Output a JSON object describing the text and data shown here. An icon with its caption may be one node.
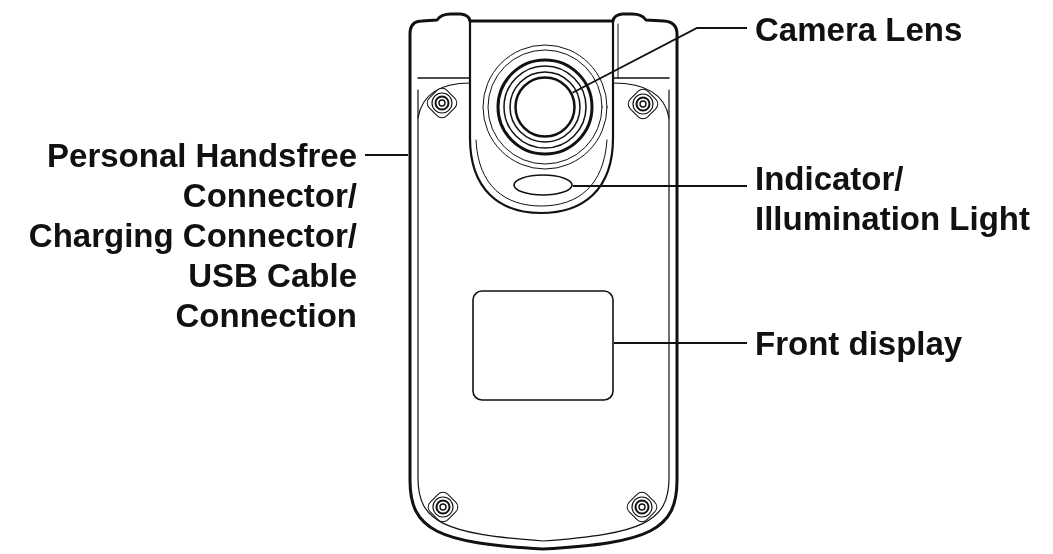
{
  "diagram": {
    "nodes": [
      {
        "text": [
          "Camera Lens"
        ]
      },
      {
        "text": [
          "Personal Handsfree Connector/ Charging Connector/ USB Cable Connection"
        ]
      },
      {
        "text": [
          "Indicator/ Illumination Light"
        ]
      },
      {
        "text": [
          "Front display"
        ]
      },
      {
        "text": [],
        "shape": "circle"
      },
      {
        "text": [],
        "shape": "ellipse"
      },
      {
        "text": [],
        "shape": "box"
      }
    ],
    "edges": [
      {
        "from": 0,
        "to": 4,
        "arrow": "none"
      },
      {
        "from": 1,
        "to": null,
        "arrow": "none"
      },
      {
        "from": 2,
        "to": 5,
        "arrow": "none"
      },
      {
        "from": 3,
        "to": 6,
        "arrow": "none"
      }
    ]
  }
}
